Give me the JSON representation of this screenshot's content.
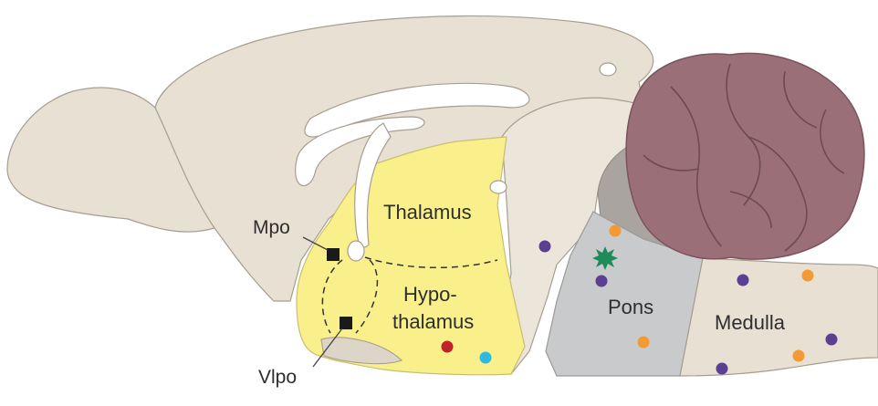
{
  "diagram": {
    "labels": {
      "thalamus": "Thalamus",
      "hypo_line1": "Hypo-",
      "hypo_line2": "thalamus",
      "pons": "Pons",
      "medulla": "Medulla",
      "mpo": "Mpo",
      "vlpo": "Vlpo"
    },
    "colors": {
      "tissue": "#e8e0d2",
      "tissue_dark": "#cbbfae",
      "highlight_yellow": "#f9f08c",
      "pons_gray": "#c9cacb",
      "cerebellum": "#9b6f78",
      "white": "#ffffff",
      "outline": "#a79d90",
      "dot_purple": "#5b3f92",
      "dot_orange": "#f29a33",
      "dot_red": "#c0222a",
      "dot_cyan": "#2db9e0",
      "star_green": "#1f8a5a",
      "marker_black": "#1a1a1a"
    }
  }
}
